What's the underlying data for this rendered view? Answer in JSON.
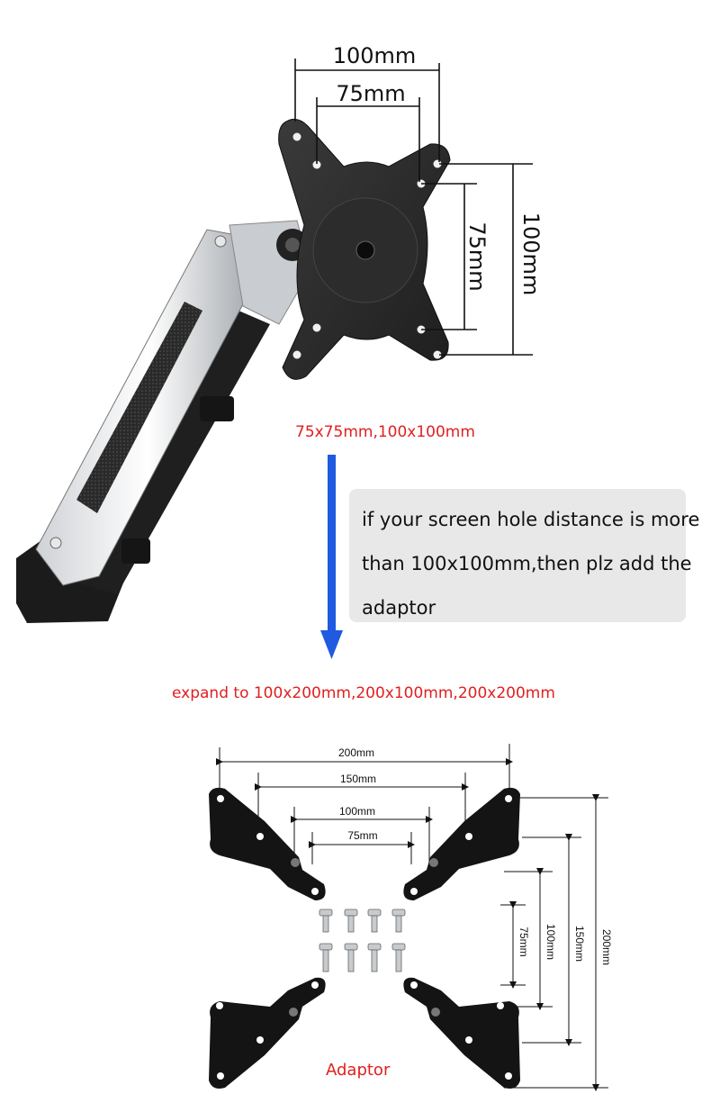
{
  "top_diagram": {
    "dim_100_h": "100mm",
    "dim_75_h": "75mm",
    "dim_75_v": "75mm",
    "dim_100_v": "100mm"
  },
  "vesa_caption": "75x75mm,100x100mm",
  "note": {
    "lines": [
      "if your screen hole distance is more",
      "than 100x100mm,then plz add the",
      "adaptor"
    ]
  },
  "expand_caption": "expand to 100x200mm,200x100mm,200x200mm",
  "adaptor_diagram": {
    "dim_200_h": "200mm",
    "dim_150_h": "150mm",
    "dim_100_h": "100mm",
    "dim_75_h": "75mm",
    "dim_75_v": "75mm",
    "dim_100_v": "100mm",
    "dim_150_v": "150mm",
    "dim_200_v": "200mm"
  },
  "adaptor_caption": "Adaptor",
  "colors": {
    "caption_red": "#e02020",
    "arrow_blue": "#1f5ae0",
    "note_bg": "#e8e8e8"
  }
}
